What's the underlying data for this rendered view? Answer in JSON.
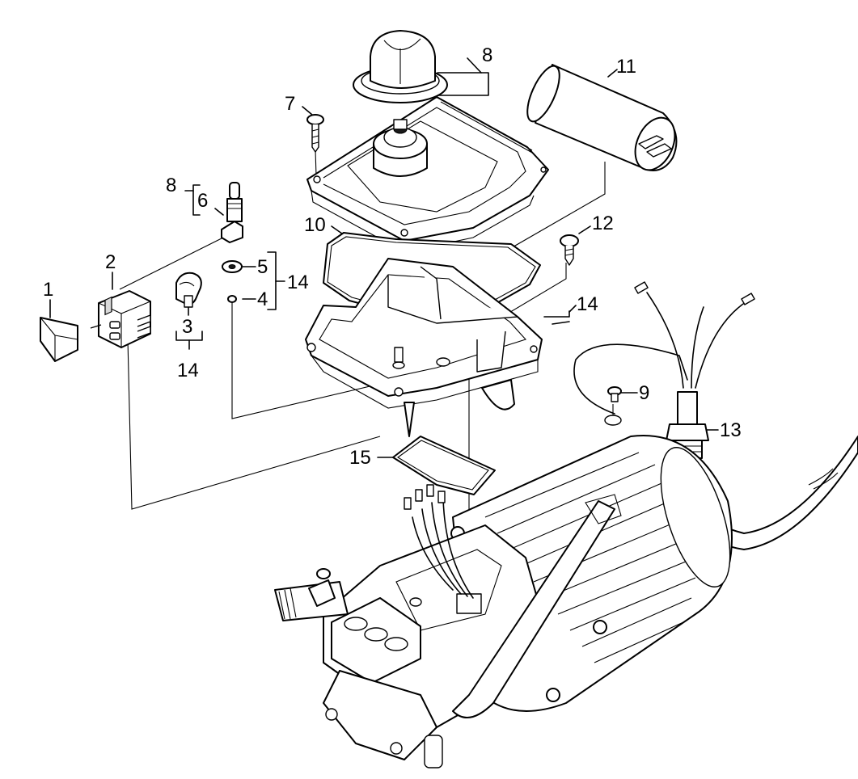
{
  "labels": {
    "p1": "1",
    "p2": "2",
    "p3": "3",
    "p4": "4",
    "p5": "5",
    "p6": "6",
    "p7": "7",
    "p8a": "8",
    "p8b": "8",
    "p9": "9",
    "p10": "10",
    "p11": "11",
    "p12": "12",
    "p13": "13",
    "p14a": "14",
    "p14b": "14",
    "p14c": "14",
    "p15": "15"
  }
}
